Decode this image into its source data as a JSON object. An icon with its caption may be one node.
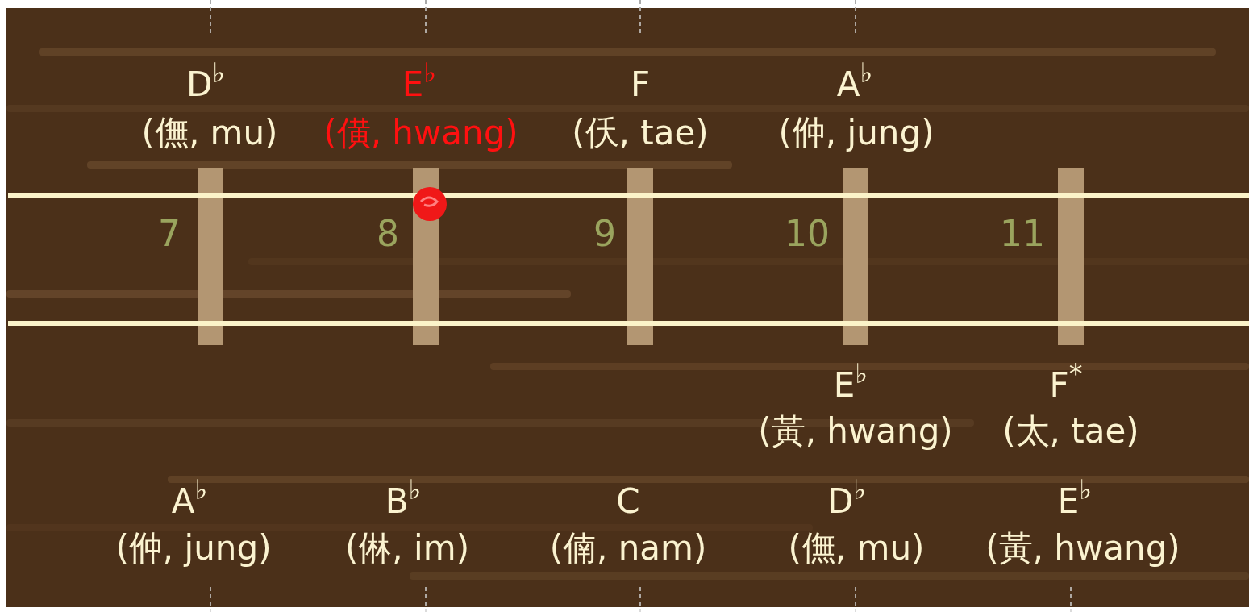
{
  "diagram": {
    "labels": [
      "D$^{♭}$",
      "E$^{♭}$",
      "F",
      "A$^{♭}$",
      "(㒇, mu)",
      "(僙, hwang)",
      "(仸, tae)",
      "(㑖, jung)",
      "7",
      "8",
      "9",
      "10",
      "11",
      "E$^{♭}$",
      "F$^{*}$",
      "(黃, hwang)",
      "(太, tae)",
      "A$^{♭}$",
      "B$^{♭}$",
      "C",
      "D$^{♭}$",
      "E$^{♭}$",
      "(㑖, jung)",
      "(㑣, im)",
      "(㑲, nam)",
      "(㒇, mu)",
      "(黃, hwang)"
    ]
  }
}
